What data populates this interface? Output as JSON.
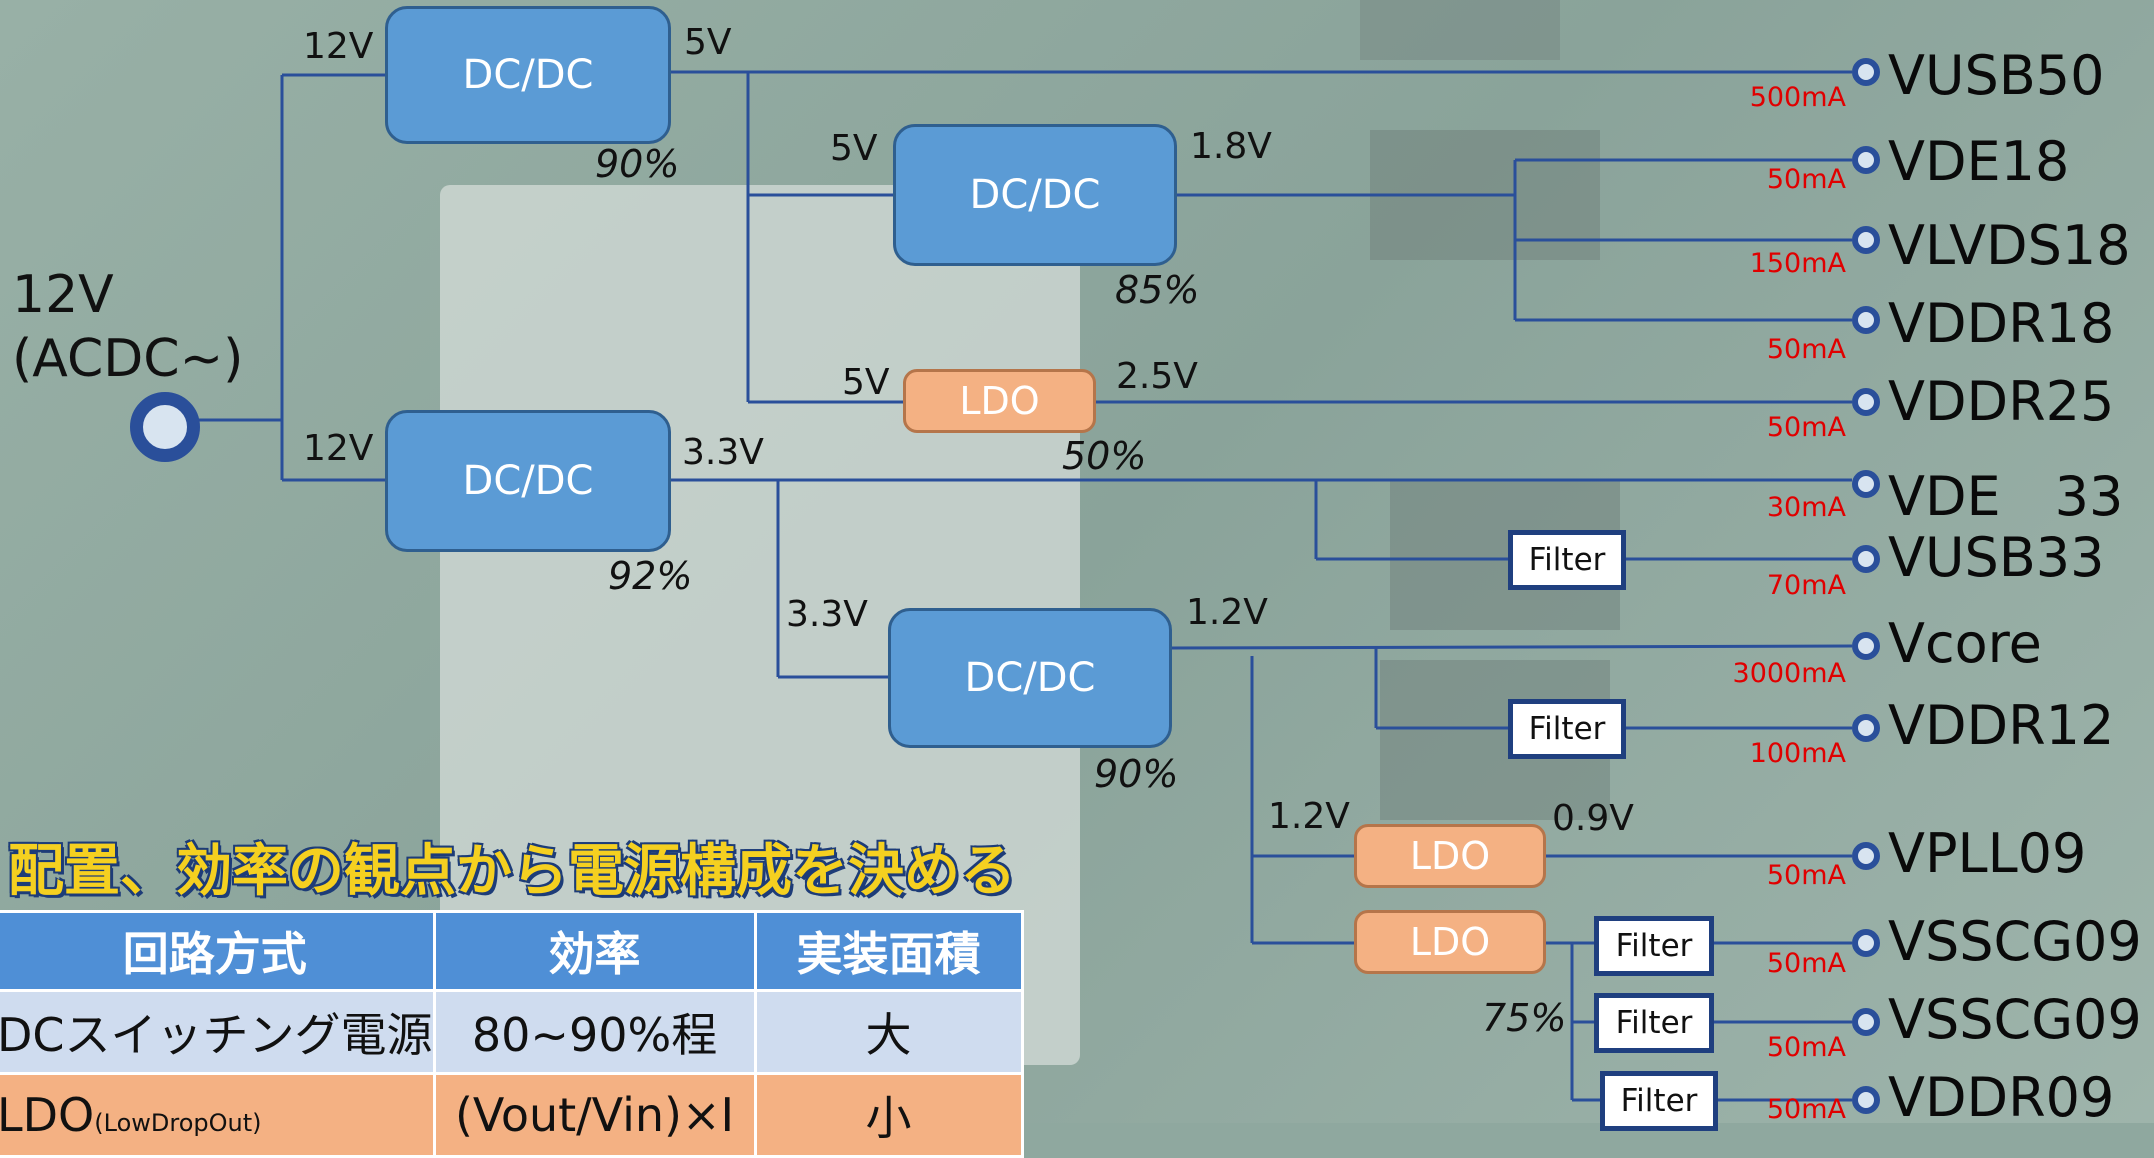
{
  "input": {
    "voltage": "12V",
    "source": "(ACDC~)"
  },
  "converters": {
    "dcdc1": {
      "label": "DC/DC",
      "vin": "12V",
      "vout": "5V",
      "efficiency": "90%"
    },
    "dcdc2": {
      "label": "DC/DC",
      "vin": "12V",
      "vout": "3.3V",
      "efficiency": "92%"
    },
    "dcdc3": {
      "label": "DC/DC",
      "vin": "5V",
      "vout": "1.8V",
      "efficiency": "85%"
    },
    "dcdc4": {
      "label": "DC/DC",
      "vin": "3.3V",
      "vout": "1.2V",
      "efficiency": "90%"
    },
    "ldo1": {
      "label": "LDO",
      "vin": "5V",
      "vout": "2.5V",
      "efficiency": "50%"
    },
    "ldo2": {
      "label": "LDO",
      "vin": "1.2V",
      "vout": "0.9V"
    },
    "ldo3": {
      "label": "LDO",
      "efficiency": "75%"
    }
  },
  "filter_label": "Filter",
  "rails": [
    {
      "name": "VUSB50",
      "current": "500mA"
    },
    {
      "name": "VDE18",
      "current": "50mA"
    },
    {
      "name": "VLVDS18",
      "current": "150mA"
    },
    {
      "name": "VDDR18",
      "current": "50mA"
    },
    {
      "name": "VDDR25",
      "current": "50mA"
    },
    {
      "name": "VDE　33",
      "current": "30mA"
    },
    {
      "name": "VUSB33",
      "current": "70mA"
    },
    {
      "name": "Vcore",
      "current": "3000mA"
    },
    {
      "name": "VDDR12",
      "current": "100mA"
    },
    {
      "name": "VPLL09",
      "current": "50mA"
    },
    {
      "name": "VSSCG09",
      "current": "50mA"
    },
    {
      "name": "VSSCG09",
      "current": "50mA"
    },
    {
      "name": "VDDR09",
      "current": "50mA"
    }
  ],
  "heading": "配置、効率の観点から電源構成を決める",
  "table": {
    "headers": [
      "回路方式",
      "効率",
      "実装面積"
    ],
    "rows": [
      [
        "DCスイッチング電源",
        "80~90%程",
        "大"
      ],
      [
        "LDO",
        "(Vout/Vin)×I",
        "小"
      ]
    ],
    "ldo_note": "(LowDropOut)"
  },
  "colors": {
    "wire": "#2a4f9a",
    "dcdc_fill": "#5b9bd5",
    "ldo_fill": "#f4b183",
    "current_text": "#e00000",
    "heading_text": "#f5d020"
  }
}
